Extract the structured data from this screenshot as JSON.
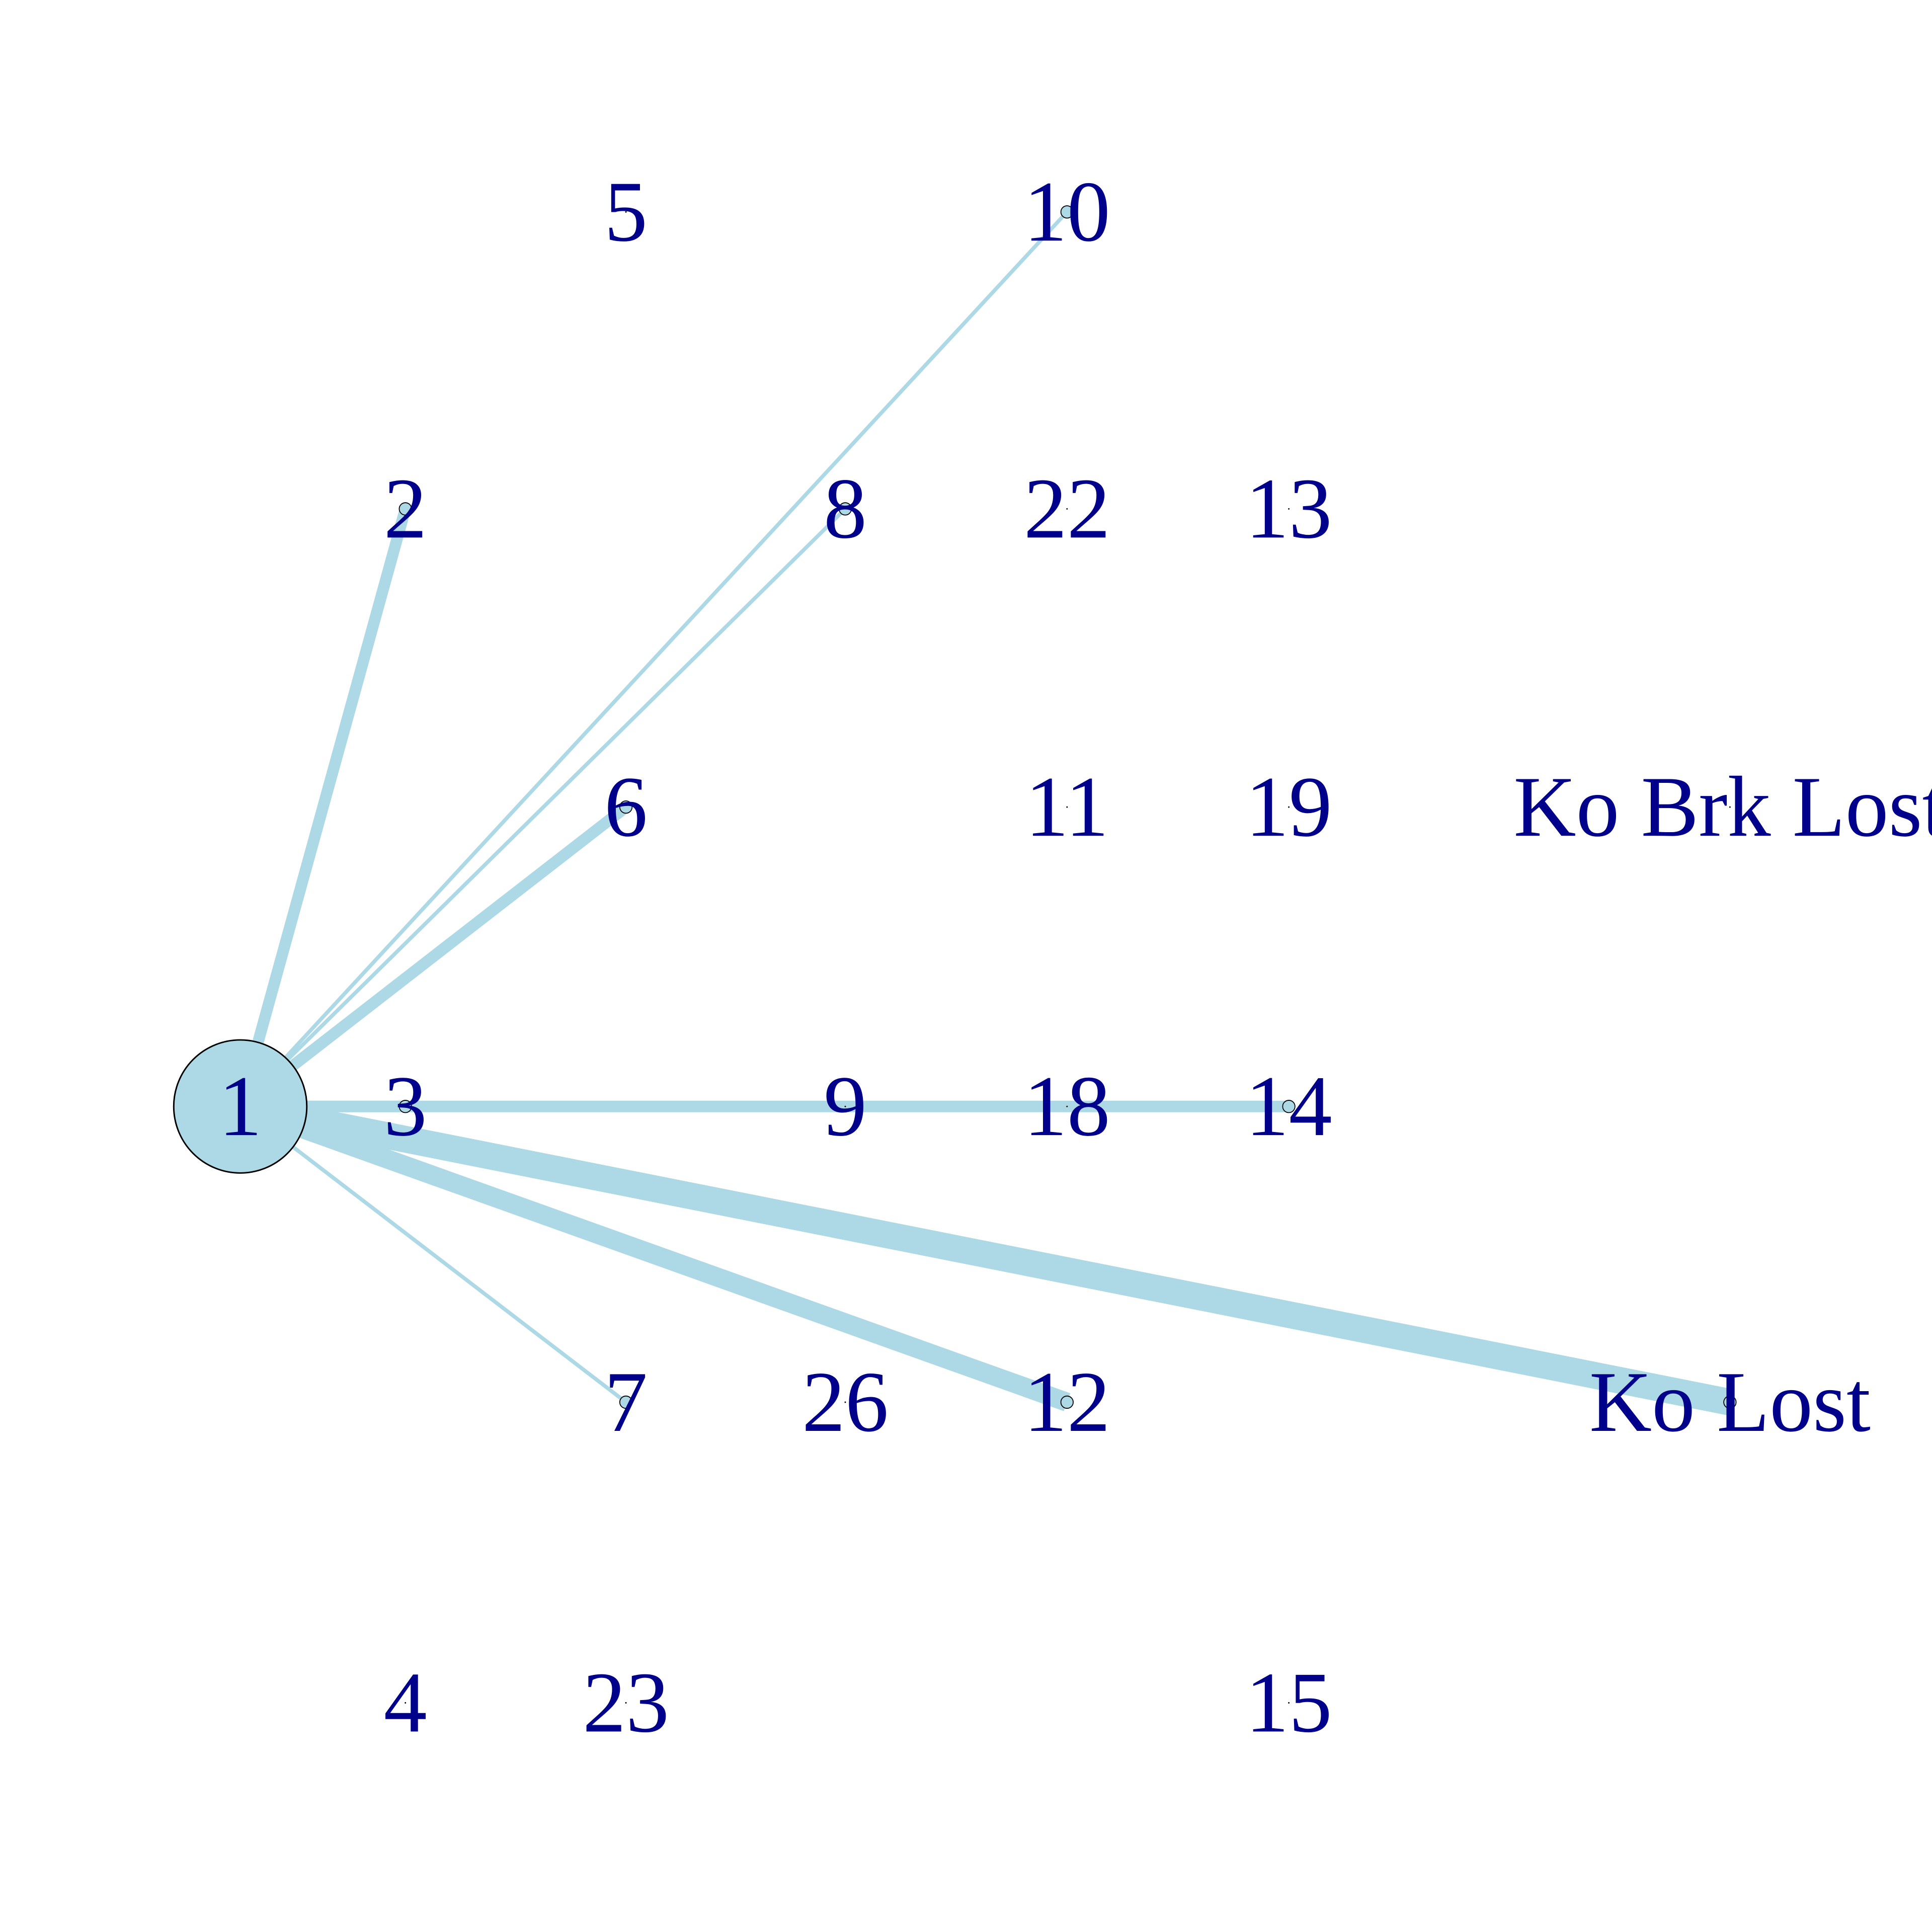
{
  "colors": {
    "edge": "#add8e6",
    "node_fill": "#add8e6",
    "node_stroke": "#000000",
    "label": "#00008b",
    "background": "#ffffff"
  },
  "nodes": [
    {
      "id": "1",
      "label": "1",
      "weight": 1.0
    },
    {
      "id": "2",
      "label": "2",
      "weight": 0.1
    },
    {
      "id": "3",
      "label": "3",
      "weight": 0.1
    },
    {
      "id": "4",
      "label": "4",
      "weight": 0
    },
    {
      "id": "5",
      "label": "5",
      "weight": 0
    },
    {
      "id": "6",
      "label": "6",
      "weight": 0.1
    },
    {
      "id": "7",
      "label": "7",
      "weight": 0.1
    },
    {
      "id": "8",
      "label": "8",
      "weight": 0.1
    },
    {
      "id": "9",
      "label": "9",
      "weight": 0
    },
    {
      "id": "10",
      "label": "10",
      "weight": 0.1
    },
    {
      "id": "11",
      "label": "11",
      "weight": 0
    },
    {
      "id": "12",
      "label": "12",
      "weight": 0.1
    },
    {
      "id": "13",
      "label": "13",
      "weight": 0
    },
    {
      "id": "14",
      "label": "14",
      "weight": 0.1
    },
    {
      "id": "15",
      "label": "15",
      "weight": 0
    },
    {
      "id": "18",
      "label": "18",
      "weight": 0
    },
    {
      "id": "19",
      "label": "19",
      "weight": 0
    },
    {
      "id": "22",
      "label": "22",
      "weight": 0
    },
    {
      "id": "23",
      "label": "23",
      "weight": 0
    },
    {
      "id": "26",
      "label": "26",
      "weight": 0
    },
    {
      "id": "ko_brk_lost",
      "label": "Ko Brk Lost",
      "weight": 0
    },
    {
      "id": "ko_lost",
      "label": "Ko Lost",
      "weight": 0.1
    }
  ],
  "edges": [
    {
      "from": "1",
      "to": "2",
      "weight": 3
    },
    {
      "from": "1",
      "to": "3",
      "weight": 3
    },
    {
      "from": "1",
      "to": "6",
      "weight": 3
    },
    {
      "from": "1",
      "to": "7",
      "weight": 1
    },
    {
      "from": "1",
      "to": "8",
      "weight": 1
    },
    {
      "from": "1",
      "to": "10",
      "weight": 1
    },
    {
      "from": "1",
      "to": "12",
      "weight": 5
    },
    {
      "from": "1",
      "to": "14",
      "weight": 3
    },
    {
      "from": "1",
      "to": "ko_lost",
      "weight": 7
    }
  ]
}
